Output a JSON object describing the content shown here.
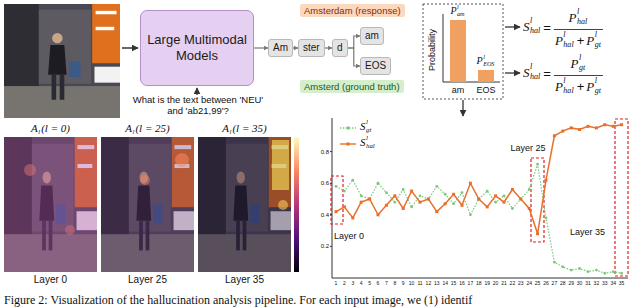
{
  "diagram": {
    "caption": "Figure 2: Visualization of the hallucination analysis pipeline. For each input image, we (1) identif",
    "nodes": [
      {
        "text": [
          "Large Multimodal Models"
        ]
      },
      {
        "text": [
          "Amsterdam (response)"
        ]
      },
      {
        "text": [
          "Am"
        ]
      },
      {
        "text": [
          "ster"
        ]
      },
      {
        "text": [
          "d"
        ]
      },
      {
        "text": [
          "am"
        ]
      },
      {
        "text": [
          "EOS"
        ]
      },
      {
        "text": [
          "Amsterd (ground truth)"
        ]
      }
    ],
    "edges": [
      {
        "from": 0,
        "to": 2,
        "arrow": "to"
      },
      {
        "from": 2,
        "to": 3,
        "arrow": "to"
      },
      {
        "from": 3,
        "to": 4,
        "arrow": "to"
      },
      {
        "from": 4,
        "to": 5,
        "arrow": "to"
      },
      {
        "from": 4,
        "to": 6,
        "arrow": "to"
      }
    ],
    "labels": [
      "What is the text between 'NEU' and 'ab21,99'?",
      "Probability",
      "P",
      "l",
      "am",
      "P",
      "l",
      "EOS",
      "am",
      "EOS",
      "S",
      "l",
      "hal",
      "=",
      "P",
      "l",
      "hal",
      "P",
      "l",
      "hal",
      "+",
      "P",
      "l",
      "gt",
      "S",
      "l",
      "hal",
      "=",
      "P",
      "l",
      "gt",
      "P",
      "l",
      "hal",
      "+",
      "P",
      "l",
      "gt",
      "A",
      "l",
      "(l = 0)",
      "A",
      "l",
      "(l = 25)",
      "A",
      "l",
      "(l = 35)",
      "Layer 0",
      "Layer 25",
      "Layer 35",
      "l",
      "gt",
      "l",
      "hal",
      "Layer 0",
      "Layer 25",
      "Layer 35",
      "0.2",
      "0.4",
      "0.6",
      "0.8",
      "1",
      "2",
      "3",
      "4",
      "5",
      "6",
      "7",
      "8",
      "9",
      "10",
      "11",
      "12",
      "13",
      "14",
      "15",
      "16",
      "17",
      "18",
      "19",
      "20",
      "21",
      "22",
      "23",
      "24",
      "25",
      "26",
      "27",
      "28",
      "29",
      "30",
      "31",
      "32",
      "33",
      "34",
      "35"
    ],
    "legend": [
      {
        "text": "S"
      },
      {
        "text": "S"
      }
    ]
  }
}
